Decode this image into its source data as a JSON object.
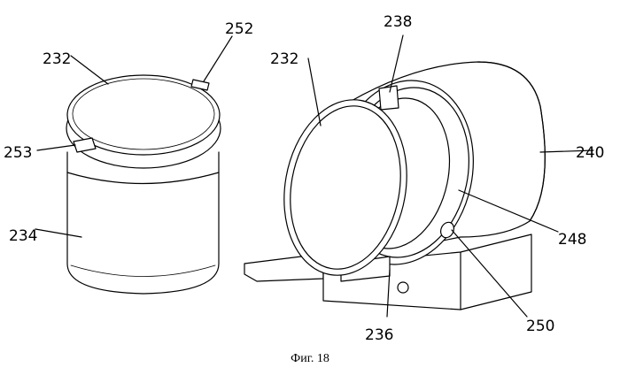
{
  "figure": {
    "caption": "Фиг. 18",
    "labels": {
      "l232_left": "232",
      "l252": "252",
      "l253": "253",
      "l234": "234",
      "l232_right": "232",
      "l238": "238",
      "l240": "240",
      "l248": "248",
      "l250": "250",
      "l236": "236"
    }
  }
}
